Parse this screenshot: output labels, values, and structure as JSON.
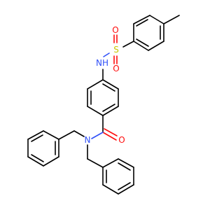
{
  "atoms": {
    "nitrogen_sulfonamide": "NH",
    "sulfur": "S",
    "oxygen_sulfonyl_1": "O",
    "oxygen_sulfonyl_2": "O",
    "oxygen_carbonyl": "O",
    "nitrogen_amide": "N"
  },
  "colors": {
    "bond": "#000000",
    "nitrogen": "#3050f8",
    "oxygen": "#ff0d0d",
    "sulfur": "#c8c800"
  }
}
